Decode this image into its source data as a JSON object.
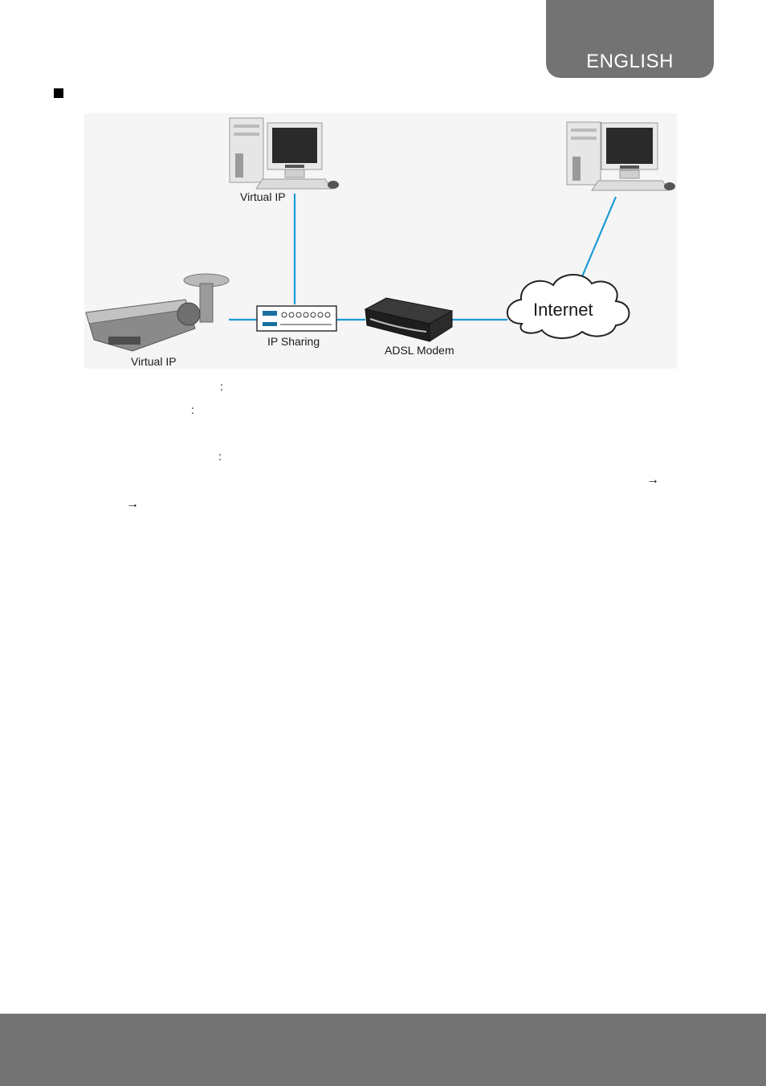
{
  "header": {
    "language_tab": "ENGLISH"
  },
  "diagram": {
    "labels": {
      "pc_top_label": "Virtual IP",
      "camera_label": "Virtual IP",
      "router_label": "IP Sharing",
      "modem_label": "ADSL Modem",
      "cloud_label": "Internet"
    }
  },
  "body_text": {
    "colon_1": ":",
    "colon_2": ":",
    "colon_3": ":",
    "arrow_1": "→",
    "arrow_2": "→"
  },
  "colors": {
    "tab_gray": "#737373",
    "link_line": "#1a9ad6",
    "diagram_bg": "#f5f5f5"
  }
}
